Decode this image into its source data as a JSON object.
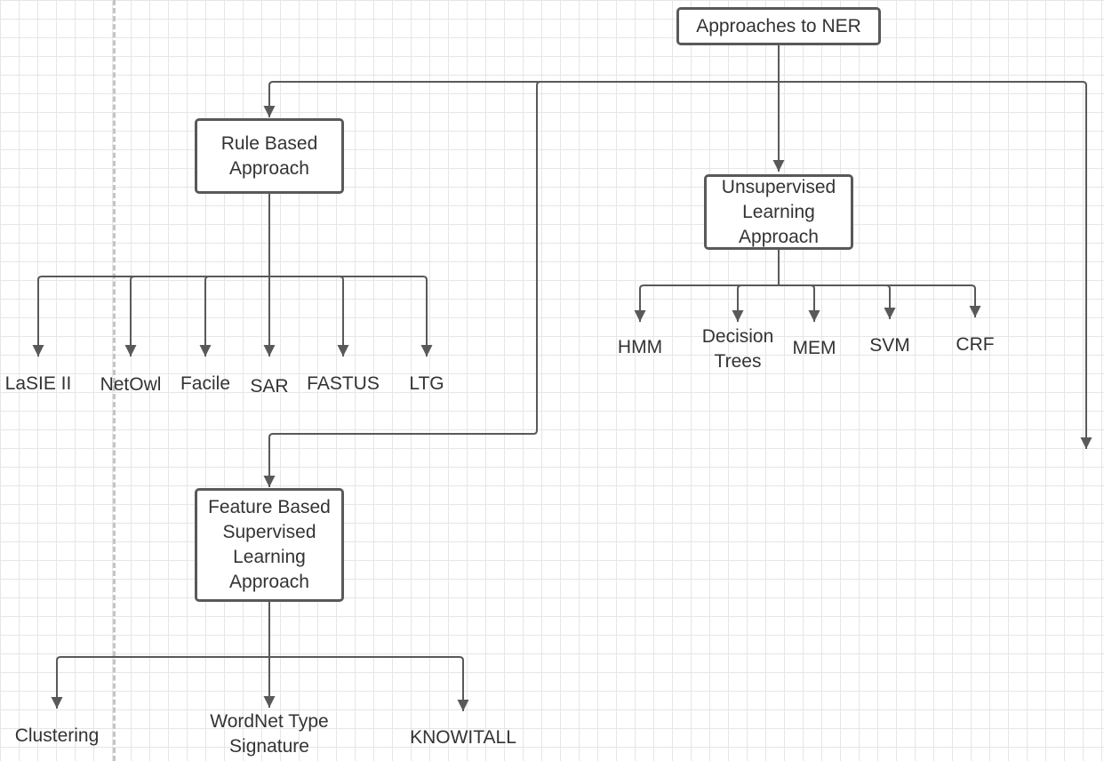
{
  "diagram": {
    "root": {
      "label": "Approaches to NER"
    },
    "rule_based": {
      "label": "Rule Based\nApproach",
      "children": [
        "LaSIE II",
        "NetOwl",
        "Facile",
        "SAR",
        "FASTUS",
        "LTG"
      ]
    },
    "unsupervised": {
      "label": "Unsupervised\nLearning\nApproach",
      "children": [
        "HMM",
        "Decision\nTrees",
        "MEM",
        "SVM",
        "CRF"
      ]
    },
    "feature_based": {
      "label": "Feature Based\nSupervised\nLearning\nApproach",
      "children": [
        "Clustering",
        "WordNet Type\nSignature",
        "KNOWITALL"
      ]
    }
  },
  "colors": {
    "connector": "#595959",
    "box_border": "#595959",
    "text": "#333333",
    "grid": "#e6e6e6",
    "divider": "#c4c4c4"
  }
}
